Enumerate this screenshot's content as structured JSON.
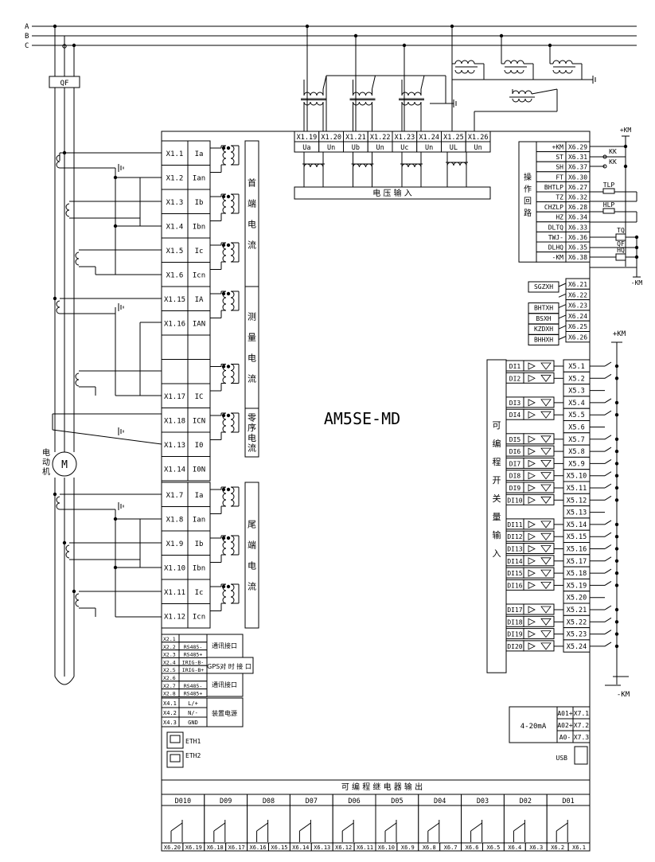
{
  "title": "AM5SE-MD",
  "phases": [
    "A",
    "B",
    "C"
  ],
  "breaker": "QF",
  "motor": {
    "symbol": "M",
    "label": "电动机"
  },
  "current_terminals": [
    {
      "t": "X1.1",
      "s": "Ia"
    },
    {
      "t": "X1.2",
      "s": "Ian"
    },
    {
      "t": "X1.3",
      "s": "Ib"
    },
    {
      "t": "X1.4",
      "s": "Ibn"
    },
    {
      "t": "X1.5",
      "s": "Ic"
    },
    {
      "t": "X1.6",
      "s": "Icn"
    },
    {
      "t": "X1.15",
      "s": "IA"
    },
    {
      "t": "X1.16",
      "s": "IAN"
    },
    {
      "t": "",
      "s": ""
    },
    {
      "t": "",
      "s": ""
    },
    {
      "t": "X1.17",
      "s": "IC"
    },
    {
      "t": "X1.18",
      "s": "ICN"
    },
    {
      "t": "X1.13",
      "s": "I0"
    },
    {
      "t": "X1.14",
      "s": "I0N"
    }
  ],
  "tail_terminals": [
    {
      "t": "X1.7",
      "s": "Ia"
    },
    {
      "t": "X1.8",
      "s": "Ian"
    },
    {
      "t": "X1.9",
      "s": "Ib"
    },
    {
      "t": "X1.10",
      "s": "Ibn"
    },
    {
      "t": "X1.11",
      "s": "Ic"
    },
    {
      "t": "X1.12",
      "s": "Icn"
    }
  ],
  "current_groups": [
    "首端电流",
    "测量电流",
    "零序电流",
    "尾端电流"
  ],
  "voltage_terminals": [
    {
      "t": "X1.19",
      "s": "Ua"
    },
    {
      "t": "X1.20",
      "s": "Un"
    },
    {
      "t": "X1.21",
      "s": "Ub"
    },
    {
      "t": "X1.22",
      "s": "Un"
    },
    {
      "t": "X1.23",
      "s": "Uc"
    },
    {
      "t": "X1.24",
      "s": "Un"
    },
    {
      "t": "X1.25",
      "s": "UL"
    },
    {
      "t": "X1.26",
      "s": "Un"
    }
  ],
  "voltage_label": "电 压 输 入",
  "op_label": "操作回路",
  "op_rows": [
    {
      "s": "+KM",
      "t": "X6.29"
    },
    {
      "s": "ST",
      "t": "X6.31"
    },
    {
      "s": "SH",
      "t": "X6.37"
    },
    {
      "s": "FT",
      "t": "X6.30"
    },
    {
      "s": "BHTLP",
      "t": "X6.27"
    },
    {
      "s": "TZ",
      "t": "X6.32"
    },
    {
      "s": "CHZLP",
      "t": "X6.28"
    },
    {
      "s": "HZ",
      "t": "X6.34"
    },
    {
      "s": "DLTQ",
      "t": "X6.33"
    },
    {
      "s": "TWJ-",
      "t": "X6.36"
    },
    {
      "s": "DLHQ",
      "t": "X6.35"
    },
    {
      "s": "-KM",
      "t": "X6.38"
    }
  ],
  "op_externals": {
    "pkm": "+KM",
    "nkm": "-KM",
    "kk": "KK",
    "tlp": "TLP",
    "hlp": "HLP",
    "tq": "TQ",
    "qf": "QF",
    "hq": "HQ"
  },
  "signal_rows": [
    {
      "s": "SGZXH",
      "t": "X6.21"
    },
    {
      "s": "",
      "t": "X6.22"
    },
    {
      "s": "BHTXH",
      "t": "X6.23"
    },
    {
      "s": "BSXH",
      "t": "X6.24"
    },
    {
      "s": "KZDXH",
      "t": "X6.25"
    },
    {
      "s": "BHHXH",
      "t": "X6.26"
    }
  ],
  "di": {
    "label": "可编程开关量输入",
    "plus": "+KM",
    "minus": "-KM",
    "terminals": [
      "X5.1",
      "X5.2",
      "X5.3",
      "X5.4",
      "X5.5",
      "X5.6",
      "X5.7",
      "X5.8",
      "X5.9",
      "X5.10",
      "X5.11",
      "X5.12",
      "X5.13",
      "X5.14",
      "X5.15",
      "X5.16",
      "X5.17",
      "X5.18",
      "X5.19",
      "X5.20",
      "X5.21",
      "X5.22",
      "X5.23",
      "X5.24"
    ],
    "inputs": [
      {
        "name": "DI1",
        "row": 0
      },
      {
        "name": "DI2",
        "row": 1
      },
      {
        "name": "DI3",
        "row": 3
      },
      {
        "name": "DI4",
        "row": 4
      },
      {
        "name": "DI5",
        "row": 6
      },
      {
        "name": "DI6",
        "row": 7
      },
      {
        "name": "DI7",
        "row": 8
      },
      {
        "name": "DI8",
        "row": 9
      },
      {
        "name": "DI9",
        "row": 10
      },
      {
        "name": "DI10",
        "row": 11
      },
      {
        "name": "DI11",
        "row": 13
      },
      {
        "name": "DI12",
        "row": 14
      },
      {
        "name": "DI13",
        "row": 15
      },
      {
        "name": "DI14",
        "row": 16
      },
      {
        "name": "DI15",
        "row": 17
      },
      {
        "name": "DI16",
        "row": 18
      },
      {
        "name": "DI17",
        "row": 20
      },
      {
        "name": "DI18",
        "row": 21
      },
      {
        "name": "DI19",
        "row": 22
      },
      {
        "name": "DI20",
        "row": 23
      }
    ]
  },
  "comm_rows": [
    {
      "t": "X2.1",
      "s": ""
    },
    {
      "t": "X2.2",
      "s": "RS485-"
    },
    {
      "t": "X2.3",
      "s": "RS485+"
    },
    {
      "t": "X2.4",
      "s": "IRIG-B-"
    },
    {
      "t": "X2.5",
      "s": "IRIG-B+"
    },
    {
      "t": "X2.6",
      "s": ""
    },
    {
      "t": "X2.7",
      "s": "RS485-"
    },
    {
      "t": "X2.8",
      "s": "RS485+"
    }
  ],
  "comm_labels": [
    "通讯接口",
    "GPS对 时 接 口",
    "通讯接口"
  ],
  "power_rows": [
    {
      "t": "X4.1",
      "s": "L/+"
    },
    {
      "t": "X4.2",
      "s": "N/-"
    },
    {
      "t": "X4.3",
      "s": "GND"
    }
  ],
  "power_label": "装置电源",
  "eth": [
    "ETH1",
    "ETH2"
  ],
  "usb": "USB",
  "analog": {
    "label": "4-20mA",
    "rows": [
      {
        "s": "A01+",
        "t": "X7.1"
      },
      {
        "s": "A02+",
        "t": "X7.2"
      },
      {
        "s": "A0-",
        "t": "X7.3"
      }
    ]
  },
  "relay": {
    "label": "可 编 程 继 电 器 输 出",
    "outputs": [
      {
        "name": "D010",
        "a": "X6.20",
        "b": "X6.19"
      },
      {
        "name": "D09",
        "a": "X6.18",
        "b": "X6.17"
      },
      {
        "name": "D08",
        "a": "X6.16",
        "b": "X6.15"
      },
      {
        "name": "D07",
        "a": "X6.14",
        "b": "X6.13"
      },
      {
        "name": "D06",
        "a": "X6.12",
        "b": "X6.11"
      },
      {
        "name": "D05",
        "a": "X6.10",
        "b": "X6.9"
      },
      {
        "name": "D04",
        "a": "X6.8",
        "b": "X6.7"
      },
      {
        "name": "D03",
        "a": "X6.6",
        "b": "X6.5"
      },
      {
        "name": "D02",
        "a": "X6.4",
        "b": "X6.3"
      },
      {
        "name": "D01",
        "a": "X6.2",
        "b": "X6.1"
      }
    ]
  }
}
